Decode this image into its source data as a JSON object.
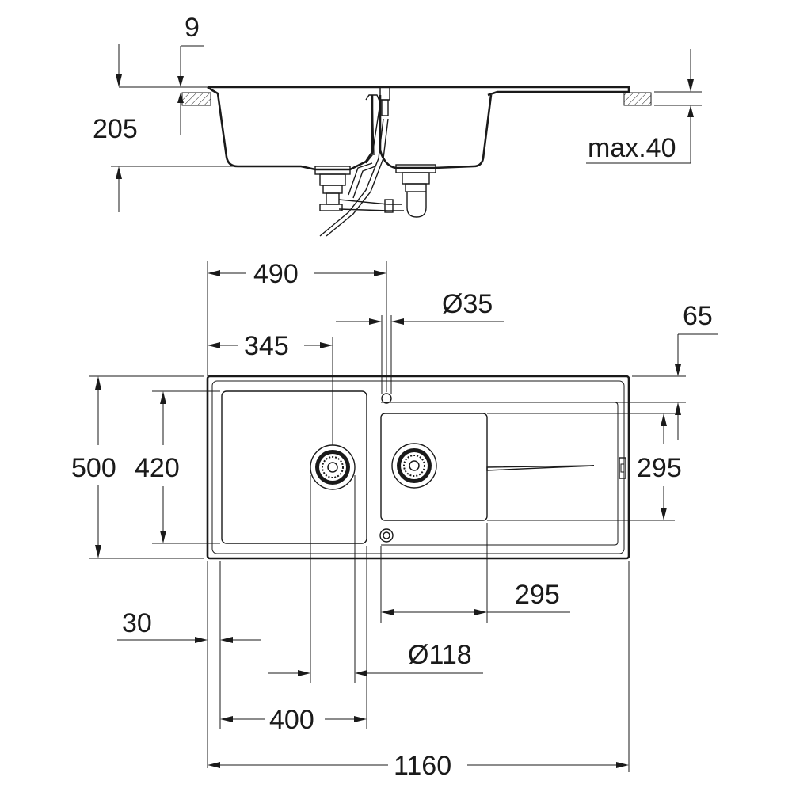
{
  "labels": {
    "top_counter_thickness": "9",
    "depth_total": "205",
    "counter_max": "max.40",
    "width_left_section": "490",
    "tap_hole": "Ø35",
    "drain_offset_left": "345",
    "rim_offset": "65",
    "overall_depth": "500",
    "bowl_depth": "420",
    "right_bowl_depth": "295",
    "right_bowl_width": "295",
    "edge_offset": "30",
    "drain_diameter": "Ø118",
    "bowl_width": "400",
    "overall_width": "1160"
  }
}
